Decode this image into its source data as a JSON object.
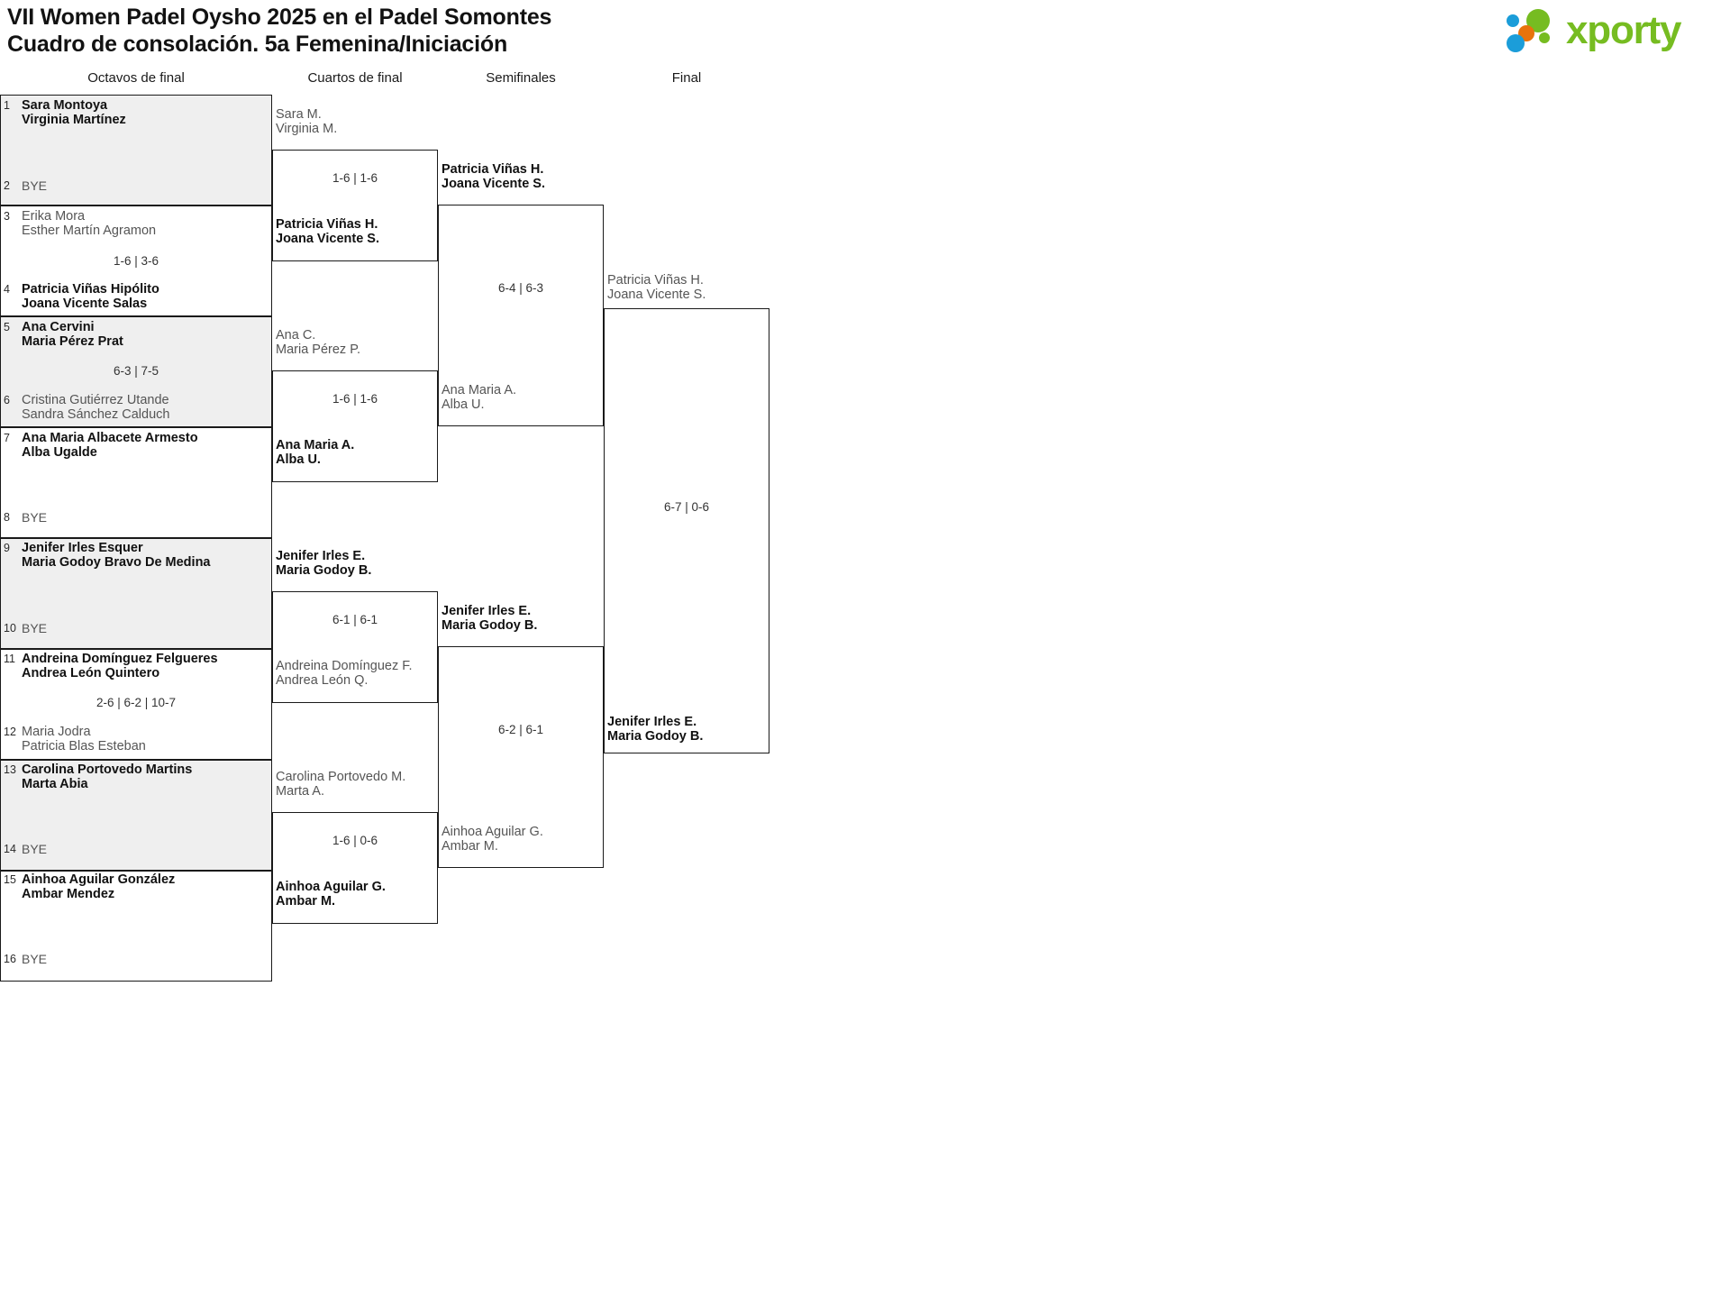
{
  "header": {
    "title_line1": "VII Women Padel Oysho 2025 en el Padel Somontes",
    "title_line2": "Cuadro de consolación. 5a Femenina/Iniciación",
    "logo_text": "xporty",
    "logo_colors": {
      "blue": "#1b9dd9",
      "orange": "#e8730c",
      "green": "#76bc21"
    }
  },
  "columns": [
    {
      "label": "Octavos de final"
    },
    {
      "label": "Cuartos de final"
    },
    {
      "label": "Semifinales"
    },
    {
      "label": "Final"
    }
  ],
  "round1": {
    "entries": [
      {
        "seed": "1",
        "line1": "Sara Montoya",
        "line2": "Virginia Martínez",
        "state": "win"
      },
      {
        "seed": "2",
        "line1": "BYE",
        "line2": "",
        "state": "bye"
      },
      {
        "seed": "3",
        "line1": "Erika Mora",
        "line2": "Esther Martín Agramon",
        "state": "lose"
      },
      {
        "seed": "4",
        "line1": "Patricia Viñas Hipólito",
        "line2": "Joana Vicente Salas",
        "state": "win"
      },
      {
        "seed": "5",
        "line1": "Ana Cervini",
        "line2": "Maria Pérez Prat",
        "state": "win"
      },
      {
        "seed": "6",
        "line1": "Cristina Gutiérrez Utande",
        "line2": "Sandra Sánchez Calduch",
        "state": "lose"
      },
      {
        "seed": "7",
        "line1": "Ana Maria Albacete Armesto",
        "line2": "Alba Ugalde",
        "state": "win"
      },
      {
        "seed": "8",
        "line1": "BYE",
        "line2": "",
        "state": "bye"
      },
      {
        "seed": "9",
        "line1": "Jenifer Irles Esquer",
        "line2": "Maria Godoy Bravo De Medina",
        "state": "win"
      },
      {
        "seed": "10",
        "line1": "BYE",
        "line2": "",
        "state": "bye"
      },
      {
        "seed": "11",
        "line1": "Andreina Domínguez Felgueres",
        "line2": "Andrea León Quintero",
        "state": "win"
      },
      {
        "seed": "12",
        "line1": "Maria Jodra",
        "line2": "Patricia Blas Esteban",
        "state": "lose"
      },
      {
        "seed": "13",
        "line1": "Carolina Portovedo Martins",
        "line2": "Marta Abia",
        "state": "win"
      },
      {
        "seed": "14",
        "line1": "BYE",
        "line2": "",
        "state": "bye"
      },
      {
        "seed": "15",
        "line1": "Ainhoa Aguilar González",
        "line2": "Ambar Mendez",
        "state": "win"
      },
      {
        "seed": "16",
        "line1": "BYE",
        "line2": "",
        "state": "bye"
      }
    ],
    "scores": [
      "",
      "1-6 | 3-6",
      "6-3 | 7-5",
      "",
      "",
      "2-6 | 6-2 | 10-7",
      "",
      ""
    ]
  },
  "quarters": [
    {
      "top": {
        "line1": "Sara M.",
        "line2": "Virginia M.",
        "state": "lose"
      },
      "bottom": {
        "line1": "Patricia Viñas H.",
        "line2": "Joana Vicente S.",
        "state": "win"
      },
      "score": "1-6 | 1-6"
    },
    {
      "top": {
        "line1": "Ana C.",
        "line2": "Maria Pérez P.",
        "state": "lose"
      },
      "bottom": {
        "line1": "Ana Maria A.",
        "line2": "Alba U.",
        "state": "win"
      },
      "score": "1-6 | 1-6"
    },
    {
      "top": {
        "line1": "Jenifer Irles E.",
        "line2": "Maria Godoy B.",
        "state": "win"
      },
      "bottom": {
        "line1": "Andreina Domínguez F.",
        "line2": "Andrea León Q.",
        "state": "lose"
      },
      "score": "6-1 | 6-1"
    },
    {
      "top": {
        "line1": "Carolina Portovedo M.",
        "line2": "Marta A.",
        "state": "lose"
      },
      "bottom": {
        "line1": "Ainhoa Aguilar G.",
        "line2": "Ambar M.",
        "state": "win"
      },
      "score": "1-6 | 0-6"
    }
  ],
  "semis": [
    {
      "top": {
        "line1": "Patricia Viñas H.",
        "line2": "Joana Vicente S.",
        "state": "win"
      },
      "bottom": {
        "line1": "Ana Maria A.",
        "line2": "Alba U.",
        "state": "lose"
      },
      "score": "6-4 | 6-3"
    },
    {
      "top": {
        "line1": "Jenifer Irles E.",
        "line2": "Maria Godoy B.",
        "state": "win"
      },
      "bottom": {
        "line1": "Ainhoa Aguilar G.",
        "line2": "Ambar M.",
        "state": "lose"
      },
      "score": "6-2 | 6-1"
    }
  ],
  "final": {
    "top": {
      "line1": "Patricia Viñas H.",
      "line2": "Joana Vicente S.",
      "state": "lose"
    },
    "bottom": {
      "line1": "Jenifer Irles E.",
      "line2": "Maria Godoy B.",
      "state": "win"
    },
    "score": "6-7 | 0-6"
  }
}
